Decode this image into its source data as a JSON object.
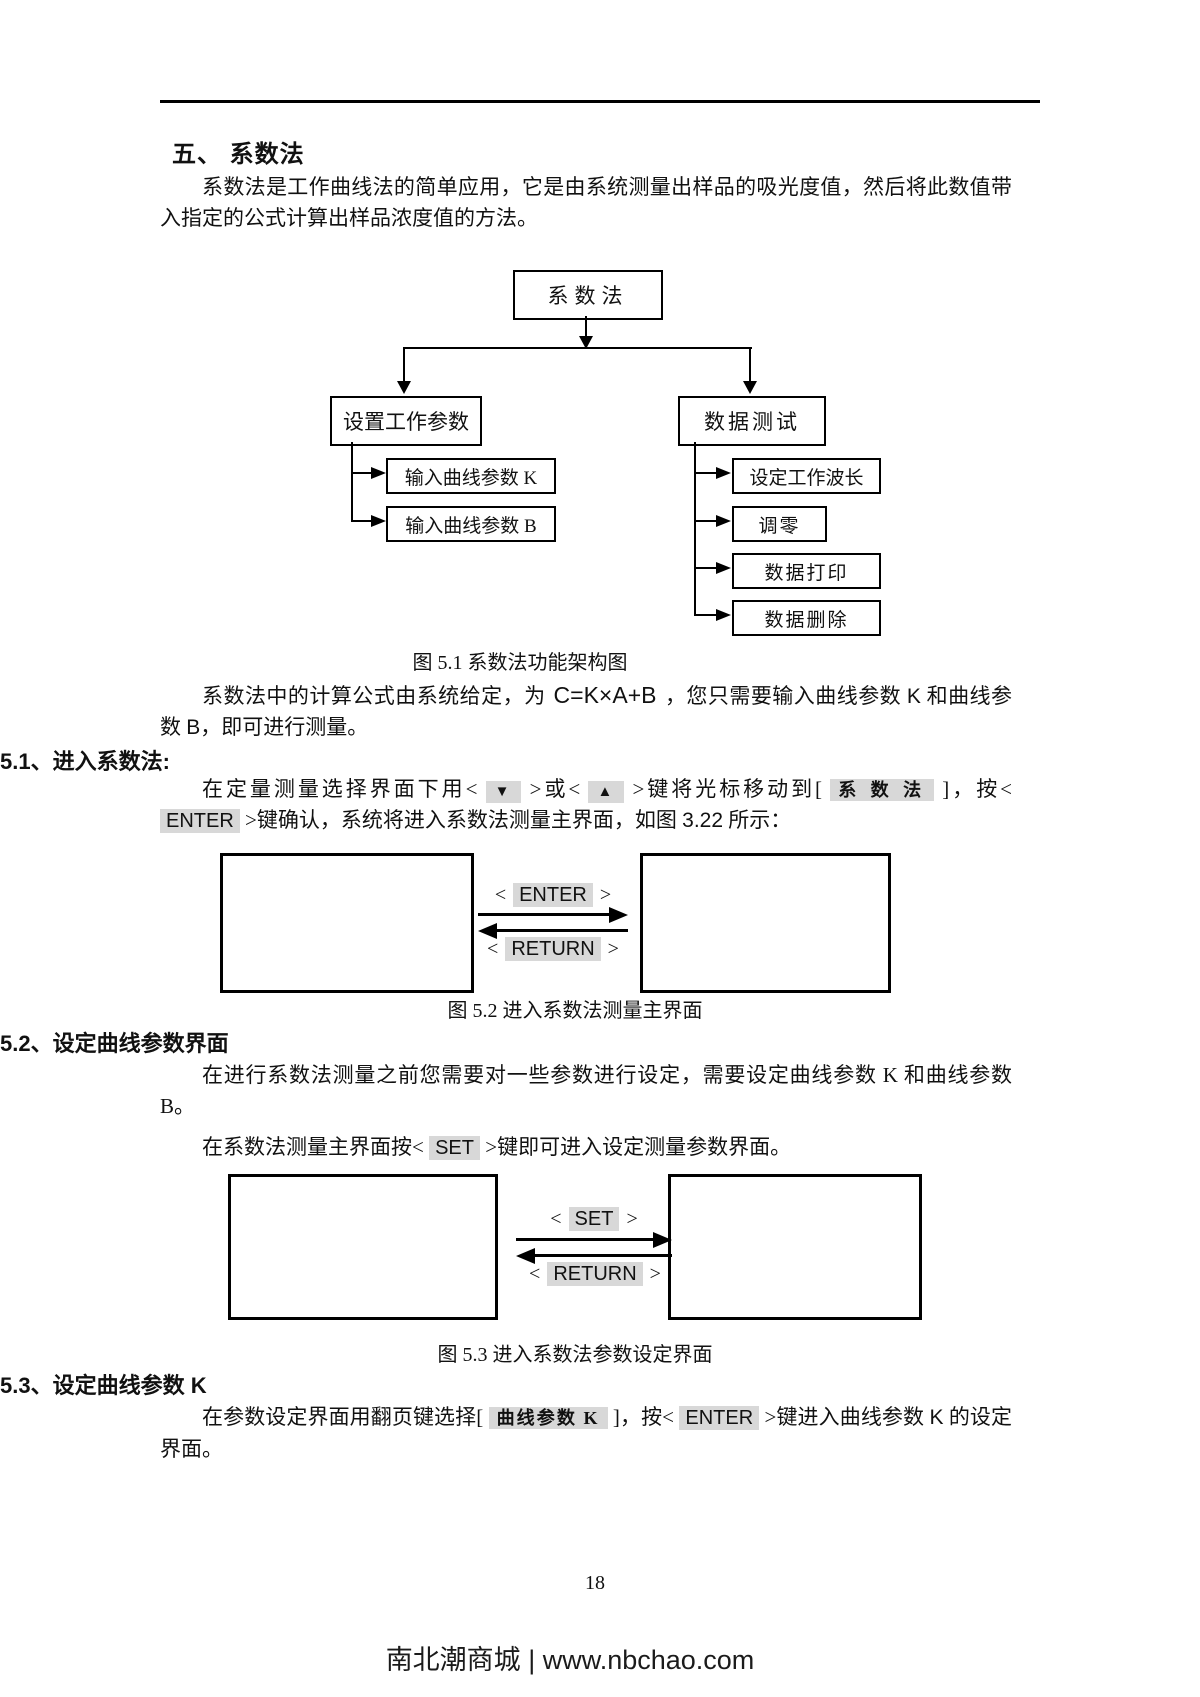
{
  "symbols": {
    "lt": "<",
    "gt": ">"
  },
  "title": "五、 系数法",
  "intro": "系数法是工作曲线法的简单应用，它是由系统测量出样品的吸光度值，然后将此数值带入指定的公式计算出样品浓度值的方法。",
  "flow": {
    "caption": "图 5.1 系数法功能架构图",
    "root": "系数法",
    "branches": [
      {
        "label": "设置工作参数",
        "children": [
          "输入曲线参数 K",
          "输入曲线参数 B"
        ]
      },
      {
        "label": "数据测试",
        "children": [
          "设定工作波长",
          "调零",
          "数据打印",
          "数据删除"
        ]
      }
    ]
  },
  "paras": {
    "formula": {
      "segments": [
        {
          "t": "系数法中的计算公式由系统给定，为"
        },
        {
          "t": "C=K×A+B",
          "s": "formula"
        },
        {
          "t": "，您只需要输入曲线参数 "
        },
        {
          "t": "K",
          "s": "latin"
        },
        {
          "t": " 和曲线参数 "
        },
        {
          "t": "B",
          "s": "latin"
        },
        {
          "t": "，即可进行测量。"
        }
      ]
    }
  },
  "sections": {
    "s51": {
      "heading": "5.1、进入系数法:",
      "line1": [
        {
          "t": "在定量测量选择界面下用< "
        },
        {
          "t": "▼",
          "s": "keysym"
        },
        {
          "t": " >或< "
        },
        {
          "t": "▲",
          "s": "keysym"
        },
        {
          "t": " >键将光标移动到[ "
        },
        {
          "t": "系 数 法",
          "s": "keycn"
        },
        {
          "t": " ]，按<"
        }
      ],
      "line2": [
        {
          "t": "ENTER",
          "s": "key"
        },
        {
          "t": " >键确认，系统将进入系数法测量主界面，如图 "
        },
        {
          "t": "3.22",
          "s": "latin"
        },
        {
          "t": " 所示："
        }
      ]
    },
    "s52": {
      "heading": "5.2、设定曲线参数界面",
      "body1": "在进行系数法测量之前您需要对一些参数进行设定，需要设定曲线参数 K 和曲线参数 B。",
      "body2": [
        {
          "t": "在系数法测量主界面按< "
        },
        {
          "t": "SET",
          "s": "key"
        },
        {
          "t": " >键即可进入设定测量参数界面。"
        }
      ]
    },
    "s53": {
      "heading": "5.3、设定曲线参数 K",
      "body": [
        {
          "t": "在参数设定界面用翻页键选择[ "
        },
        {
          "t": "曲线参数 K",
          "s": "keycn"
        },
        {
          "t": " ]，按< "
        },
        {
          "t": "ENTER",
          "s": "key"
        },
        {
          "t": " >键进入曲线参数 "
        },
        {
          "t": "K",
          "s": "latin"
        },
        {
          "t": " 的设定界面。"
        }
      ]
    }
  },
  "figs": {
    "f52": {
      "caption": "图 5.2  进入系数法测量主界面",
      "forward": "ENTER",
      "back": "RETURN"
    },
    "f53": {
      "caption": "图 5.3 进入系数法参数设定界面",
      "forward": "SET",
      "back": "RETURN"
    }
  },
  "footer": {
    "page_number": "18",
    "site": "南北潮商城 | www.nbchao.com"
  }
}
